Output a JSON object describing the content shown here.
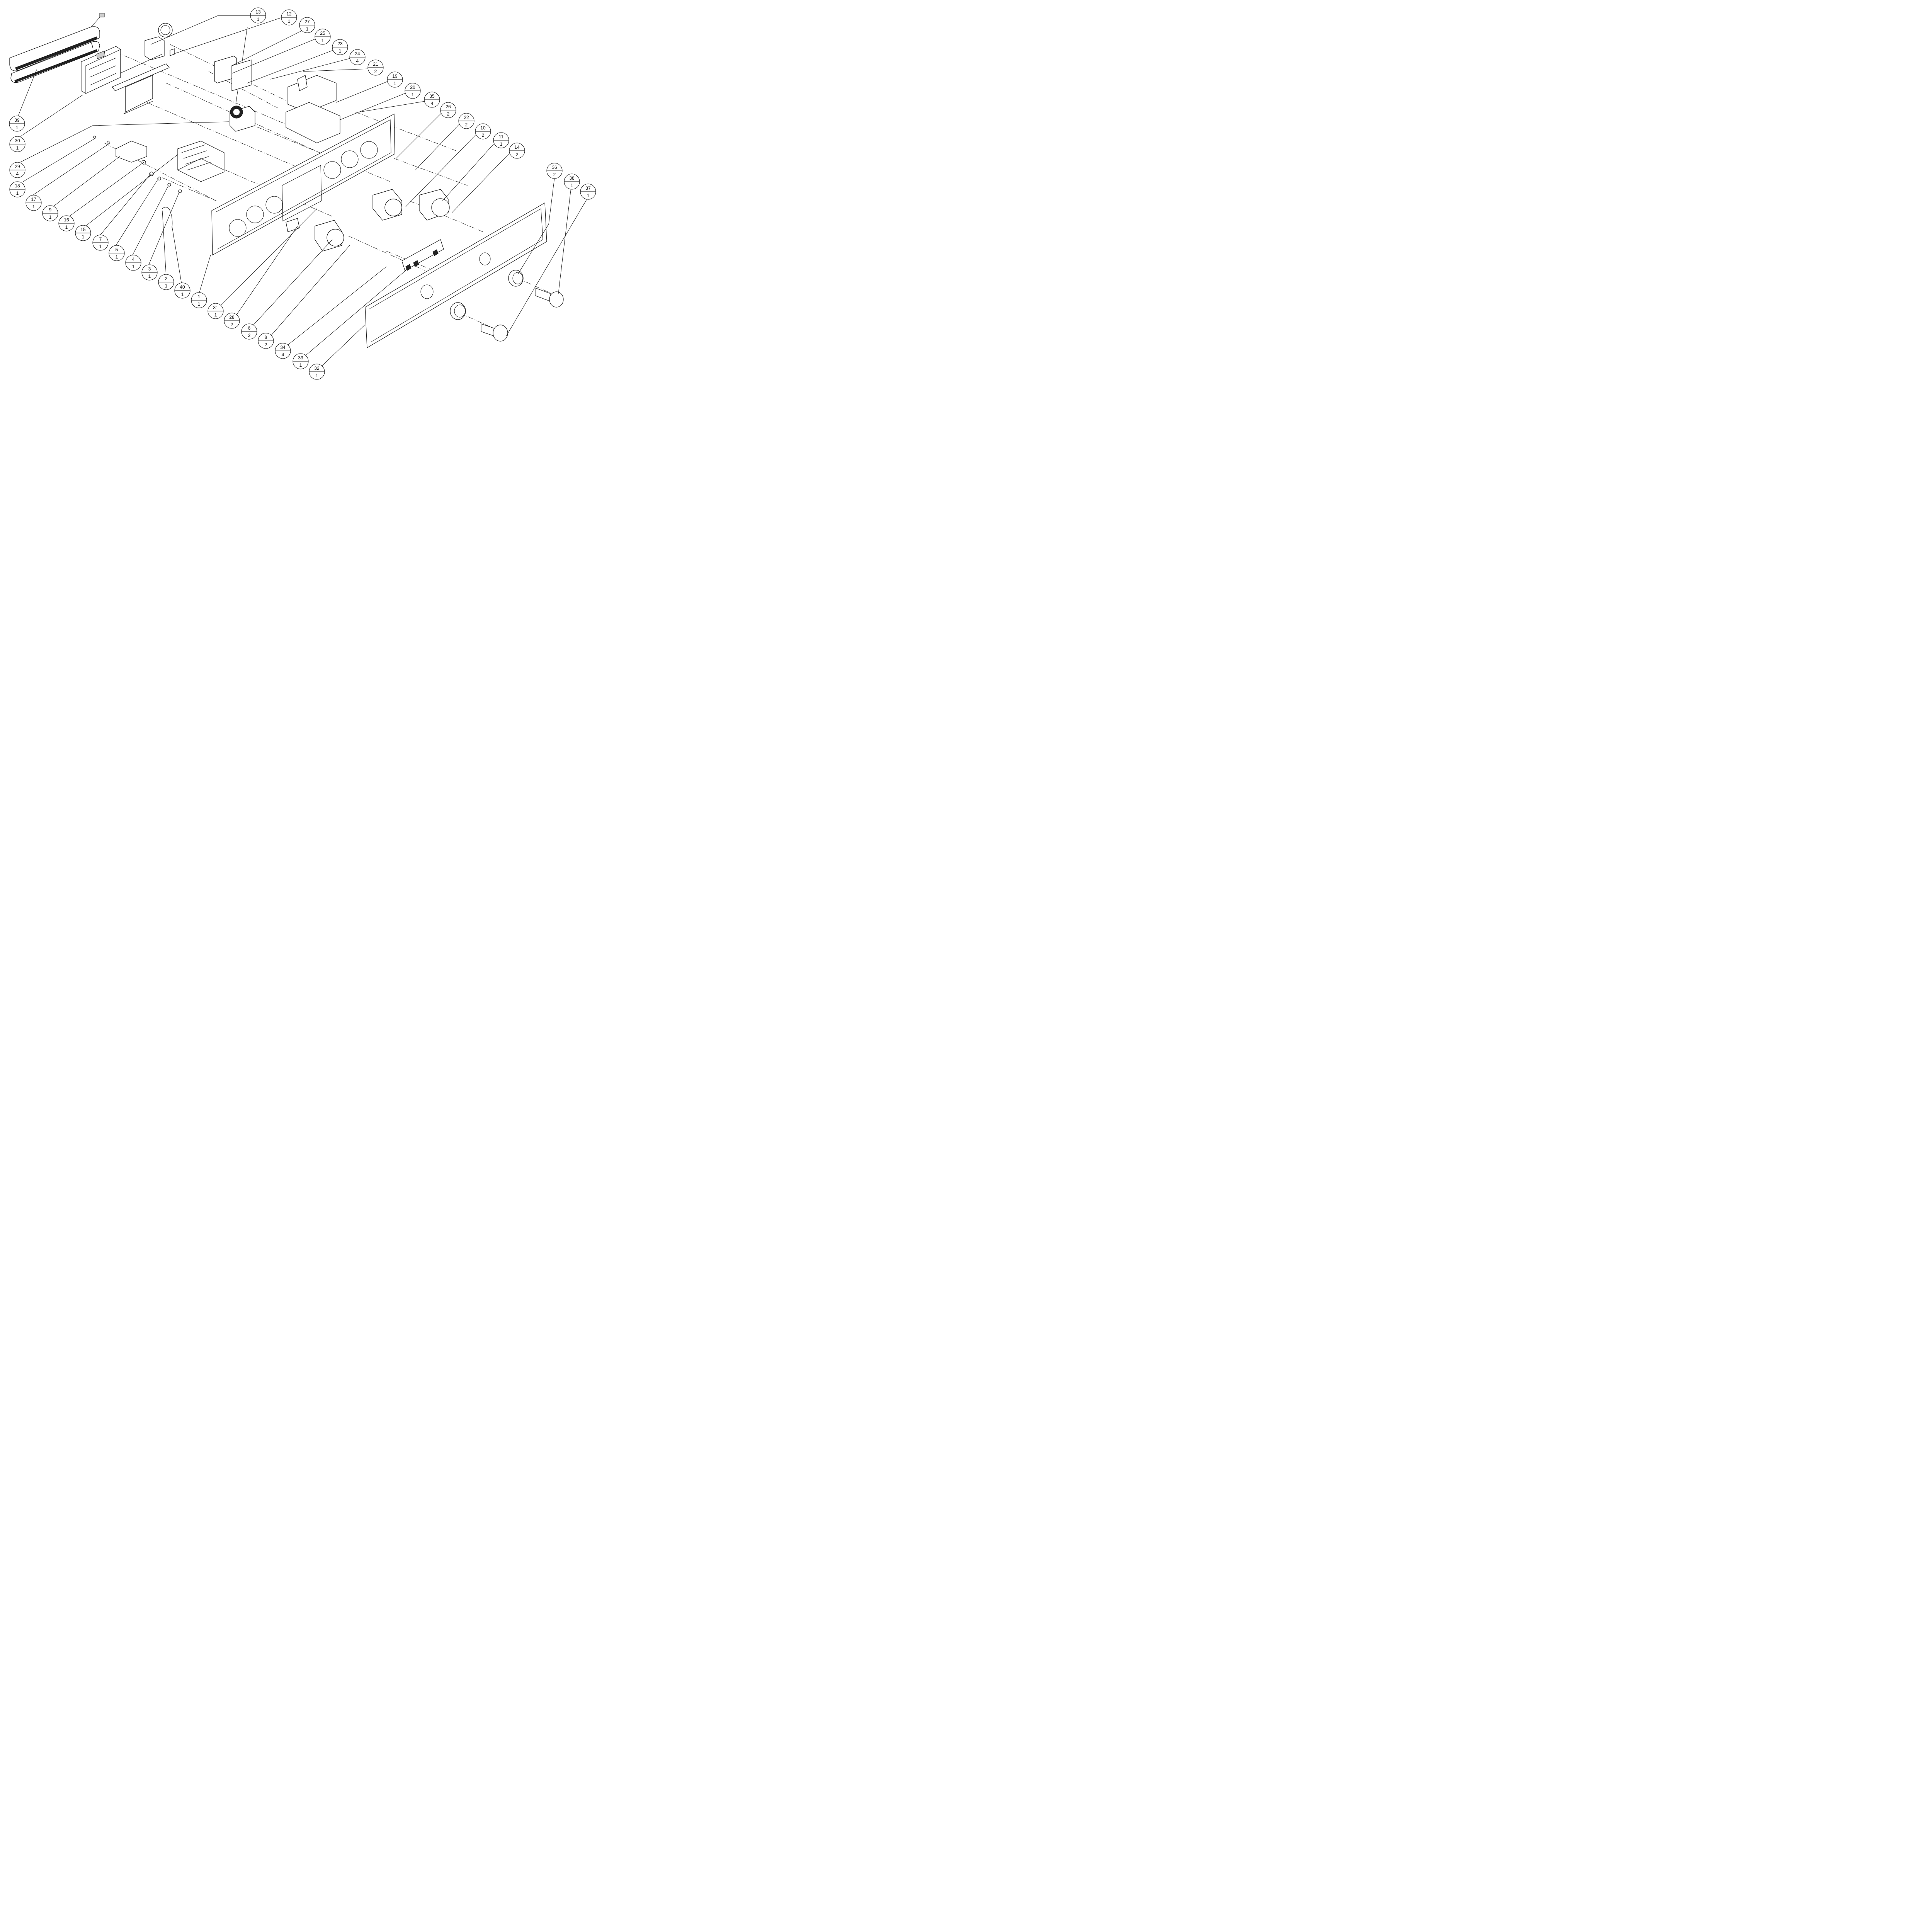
{
  "diagram": {
    "type": "exploded-parts-diagram",
    "callouts": [
      {
        "item": "13",
        "qty": "1"
      },
      {
        "item": "12",
        "qty": "1"
      },
      {
        "item": "27",
        "qty": "1"
      },
      {
        "item": "25",
        "qty": "1"
      },
      {
        "item": "23",
        "qty": "1"
      },
      {
        "item": "24",
        "qty": "4"
      },
      {
        "item": "21",
        "qty": "2"
      },
      {
        "item": "19",
        "qty": "1"
      },
      {
        "item": "20",
        "qty": "1"
      },
      {
        "item": "35",
        "qty": "4"
      },
      {
        "item": "26",
        "qty": "2"
      },
      {
        "item": "22",
        "qty": "2"
      },
      {
        "item": "10",
        "qty": "2"
      },
      {
        "item": "11",
        "qty": "1"
      },
      {
        "item": "14",
        "qty": "2"
      },
      {
        "item": "36",
        "qty": "2"
      },
      {
        "item": "38",
        "qty": "1"
      },
      {
        "item": "37",
        "qty": "1"
      },
      {
        "item": "39",
        "qty": "1"
      },
      {
        "item": "30",
        "qty": "1"
      },
      {
        "item": "29",
        "qty": "4"
      },
      {
        "item": "18",
        "qty": "1"
      },
      {
        "item": "17",
        "qty": "1"
      },
      {
        "item": "9",
        "qty": "1"
      },
      {
        "item": "16",
        "qty": "1"
      },
      {
        "item": "15",
        "qty": "1"
      },
      {
        "item": "7",
        "qty": "1"
      },
      {
        "item": "5",
        "qty": "1"
      },
      {
        "item": "4",
        "qty": "1"
      },
      {
        "item": "3",
        "qty": "1"
      },
      {
        "item": "2",
        "qty": "1"
      },
      {
        "item": "40",
        "qty": "1"
      },
      {
        "item": "1",
        "qty": "1"
      },
      {
        "item": "31",
        "qty": "1"
      },
      {
        "item": "28",
        "qty": "2"
      },
      {
        "item": "6",
        "qty": "2"
      },
      {
        "item": "8",
        "qty": "2"
      },
      {
        "item": "34",
        "qty": "4"
      },
      {
        "item": "33",
        "qty": "1"
      },
      {
        "item": "32",
        "qty": "1"
      }
    ]
  }
}
